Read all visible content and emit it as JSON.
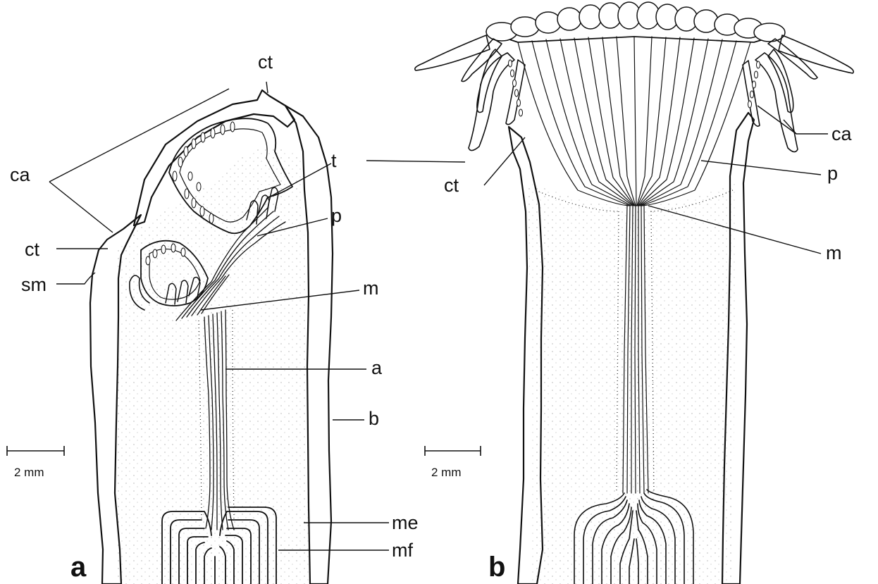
{
  "panels": [
    {
      "panel_label": "a",
      "scale_bar": "2 mm",
      "labels": {
        "ca": "ca",
        "ct_top": "ct",
        "ct": "ct",
        "sm": "sm",
        "t": "t",
        "p": "p",
        "m": "m",
        "a": "a",
        "b": "b",
        "me": "me",
        "mf": "mf"
      }
    },
    {
      "panel_label": "b",
      "scale_bar": "2 mm",
      "labels": {
        "ca": "ca",
        "ct": "ct",
        "p": "p",
        "m": "m"
      }
    }
  ]
}
